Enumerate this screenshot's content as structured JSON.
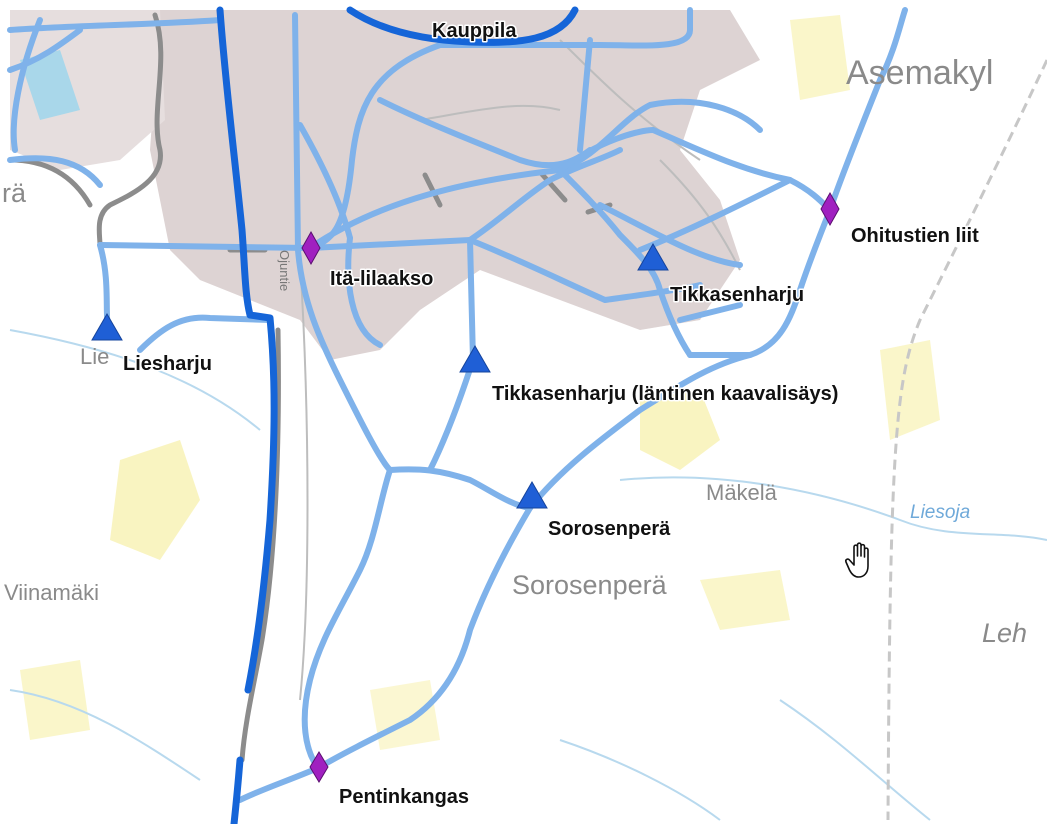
{
  "map": {
    "colors": {
      "background": "#ffffff",
      "urban": "#ddd3d3",
      "field": "#f7f0a6",
      "water": "#a9d7ea",
      "stream": "#b8d9ee",
      "main_route": "#1565d8",
      "bike_route": "#7fb2ea",
      "gravel_route": "#8c8c8c",
      "railway": "#c7c7c7",
      "stop_triangle": "#1f5fd6",
      "junction_diamond": "#a020c0"
    },
    "stops": [
      {
        "id": "liesharju",
        "name": "Liesharju",
        "symbol": "triangle"
      },
      {
        "id": "tikkasenharju-lantinen",
        "name": "Tikkasenharju (läntinen kaavalisäys)",
        "symbol": "triangle"
      },
      {
        "id": "tikkasenharju",
        "name": "Tikkasenharju",
        "symbol": "triangle"
      },
      {
        "id": "sorosenpera-stop",
        "name": "Sorosenperä",
        "symbol": "triangle"
      }
    ],
    "junctions": [
      {
        "id": "ita-lilaakso",
        "name": "Itä-lilaakso",
        "symbol": "diamond"
      },
      {
        "id": "ohitustien-liittyma",
        "name": "Ohitustien liit",
        "symbol": "diamond"
      },
      {
        "id": "pentinkangas",
        "name": "Pentinkangas",
        "symbol": "diamond"
      }
    ],
    "place_names": {
      "kauppila": "Kauppila",
      "asemakyla": "Asemakyl",
      "ra": "rä",
      "viinamaki": "Viinamäki",
      "makela": "Mäkelä",
      "sorosenpera": "Sorosenperä",
      "lehti": "Leh",
      "lie": "Lie"
    },
    "water_names": {
      "liesoja": "Liesoja"
    },
    "road_names": {
      "ojantie": "Ojuntie"
    },
    "cursor": "hand-grab-icon"
  }
}
